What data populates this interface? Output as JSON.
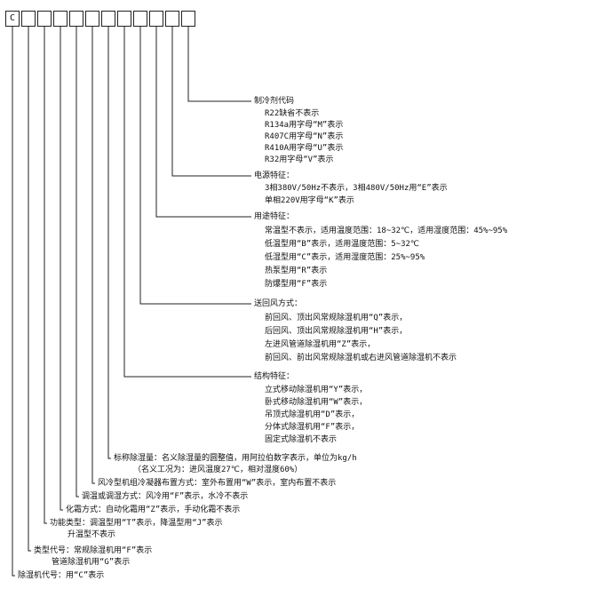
{
  "code_boxes": [
    "C",
    "",
    "",
    "",
    "",
    "",
    "",
    "",
    "",
    "",
    "",
    ""
  ],
  "sections": [
    {
      "label": "制冷剂代码",
      "lines": [
        "R22缺省不表示",
        "R134a用字母“M”表示",
        "R407C用字母“N”表示",
        "R410A用字母“U”表示",
        "R32用字母“V”表示"
      ]
    },
    {
      "label": "电源特征：",
      "lines": [
        "3相380V/50Hz不表示，3相480V/50Hz用“E”表示",
        "单相220V用字母“K”表示"
      ]
    },
    {
      "label": "用途特征：",
      "lines": [
        "常温型不表示，适用温度范围：18~32℃，适用湿度范围：45%~95%",
        "低温型用“B”表示，适用温度范围：5~32℃",
        "低湿型用“C”表示，适用湿度范围：25%~95%",
        "热泵型用“R”表示",
        "防爆型用“F”表示"
      ]
    },
    {
      "label": "送回风方式：",
      "lines": [
        "前回风、顶出风常规除湿机用“Q”表示，",
        "后回风、顶出风常规除湿机用“H”表示，",
        "左进风管道除湿机用“Z”表示，",
        "前回风、前出风常规除湿机或右进风管道除湿机不表示"
      ]
    },
    {
      "label": "结构特征：",
      "lines": [
        "立式移动除湿机用“Y”表示，",
        "卧式移动除湿机用“W”表示，",
        "吊顶式除湿机用“D”表示，",
        "分体式除湿机用“F”表示，",
        "固定式除湿机不表示"
      ]
    },
    {
      "label": "标称除湿量：名义除湿量的圆整值，用阿拉伯数字表示，单位为kg/h",
      "lines": [
        "（名义工况为：进风温度27℃，相对湿度60%）"
      ]
    },
    {
      "label": "风冷型机组冷凝器布置方式：室外布置用“W”表示，室内布置不表示",
      "lines": []
    },
    {
      "label": "调温或调湿方式：风冷用“F”表示，水冷不表示",
      "lines": []
    },
    {
      "label": "化霜方式：自动化霜用“Z”表示，手动化霜不表示",
      "lines": []
    },
    {
      "label": "功能类型：调温型用“T”表示，降温型用“J”表示",
      "lines": [
        "升温型不表示"
      ]
    },
    {
      "label": "类型代号：常规除湿机用“F”表示",
      "lines": [
        "管道除湿机用“G”表示"
      ]
    },
    {
      "label": "除湿机代号：用“C”表示",
      "lines": []
    }
  ]
}
